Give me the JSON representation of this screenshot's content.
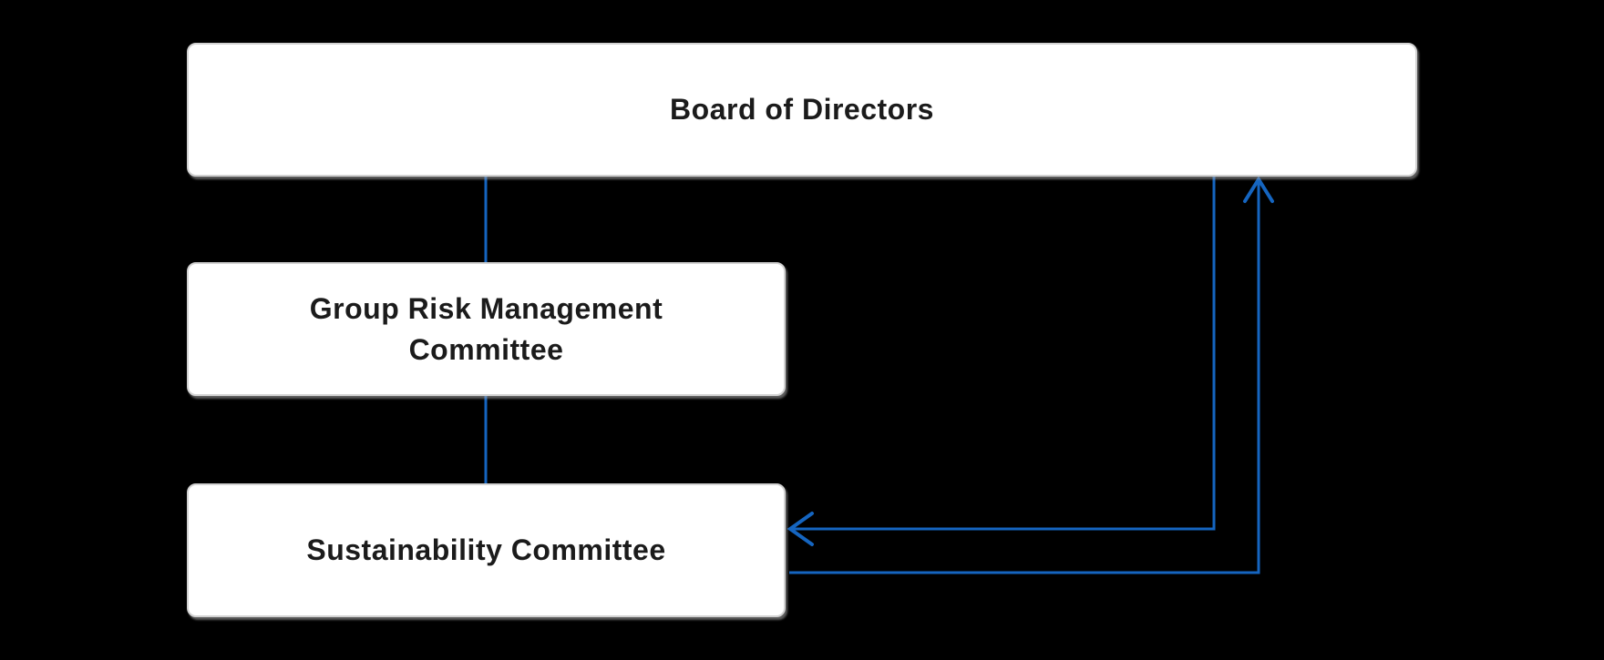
{
  "diagram": {
    "type": "org-chart",
    "nodes": [
      {
        "id": "board",
        "label": "Board of Directors"
      },
      {
        "id": "group-risk",
        "label": "Group Risk Management Committee"
      },
      {
        "id": "sustainability",
        "label": "Sustainability Committee"
      }
    ],
    "edges": [
      {
        "from": "Board of Directors",
        "to": "Group Risk Management Committee",
        "style": "plain-line",
        "orientation": "vertical"
      },
      {
        "from": "Group Risk Management Committee",
        "to": "Sustainability Committee",
        "style": "plain-line",
        "orientation": "vertical"
      },
      {
        "from": "Board of Directors",
        "to": "Sustainability Committee",
        "style": "arrow",
        "arrowhead": "left-chevron"
      },
      {
        "from": "Sustainability Committee",
        "to": "Board of Directors",
        "style": "arrow",
        "arrowhead": "up-chevron"
      }
    ],
    "colors": {
      "background": "#000000",
      "node_fill": "#ffffff",
      "node_border": "#d2d2d2",
      "node_text": "#1b1b1b",
      "connector": "#1565c0"
    }
  }
}
